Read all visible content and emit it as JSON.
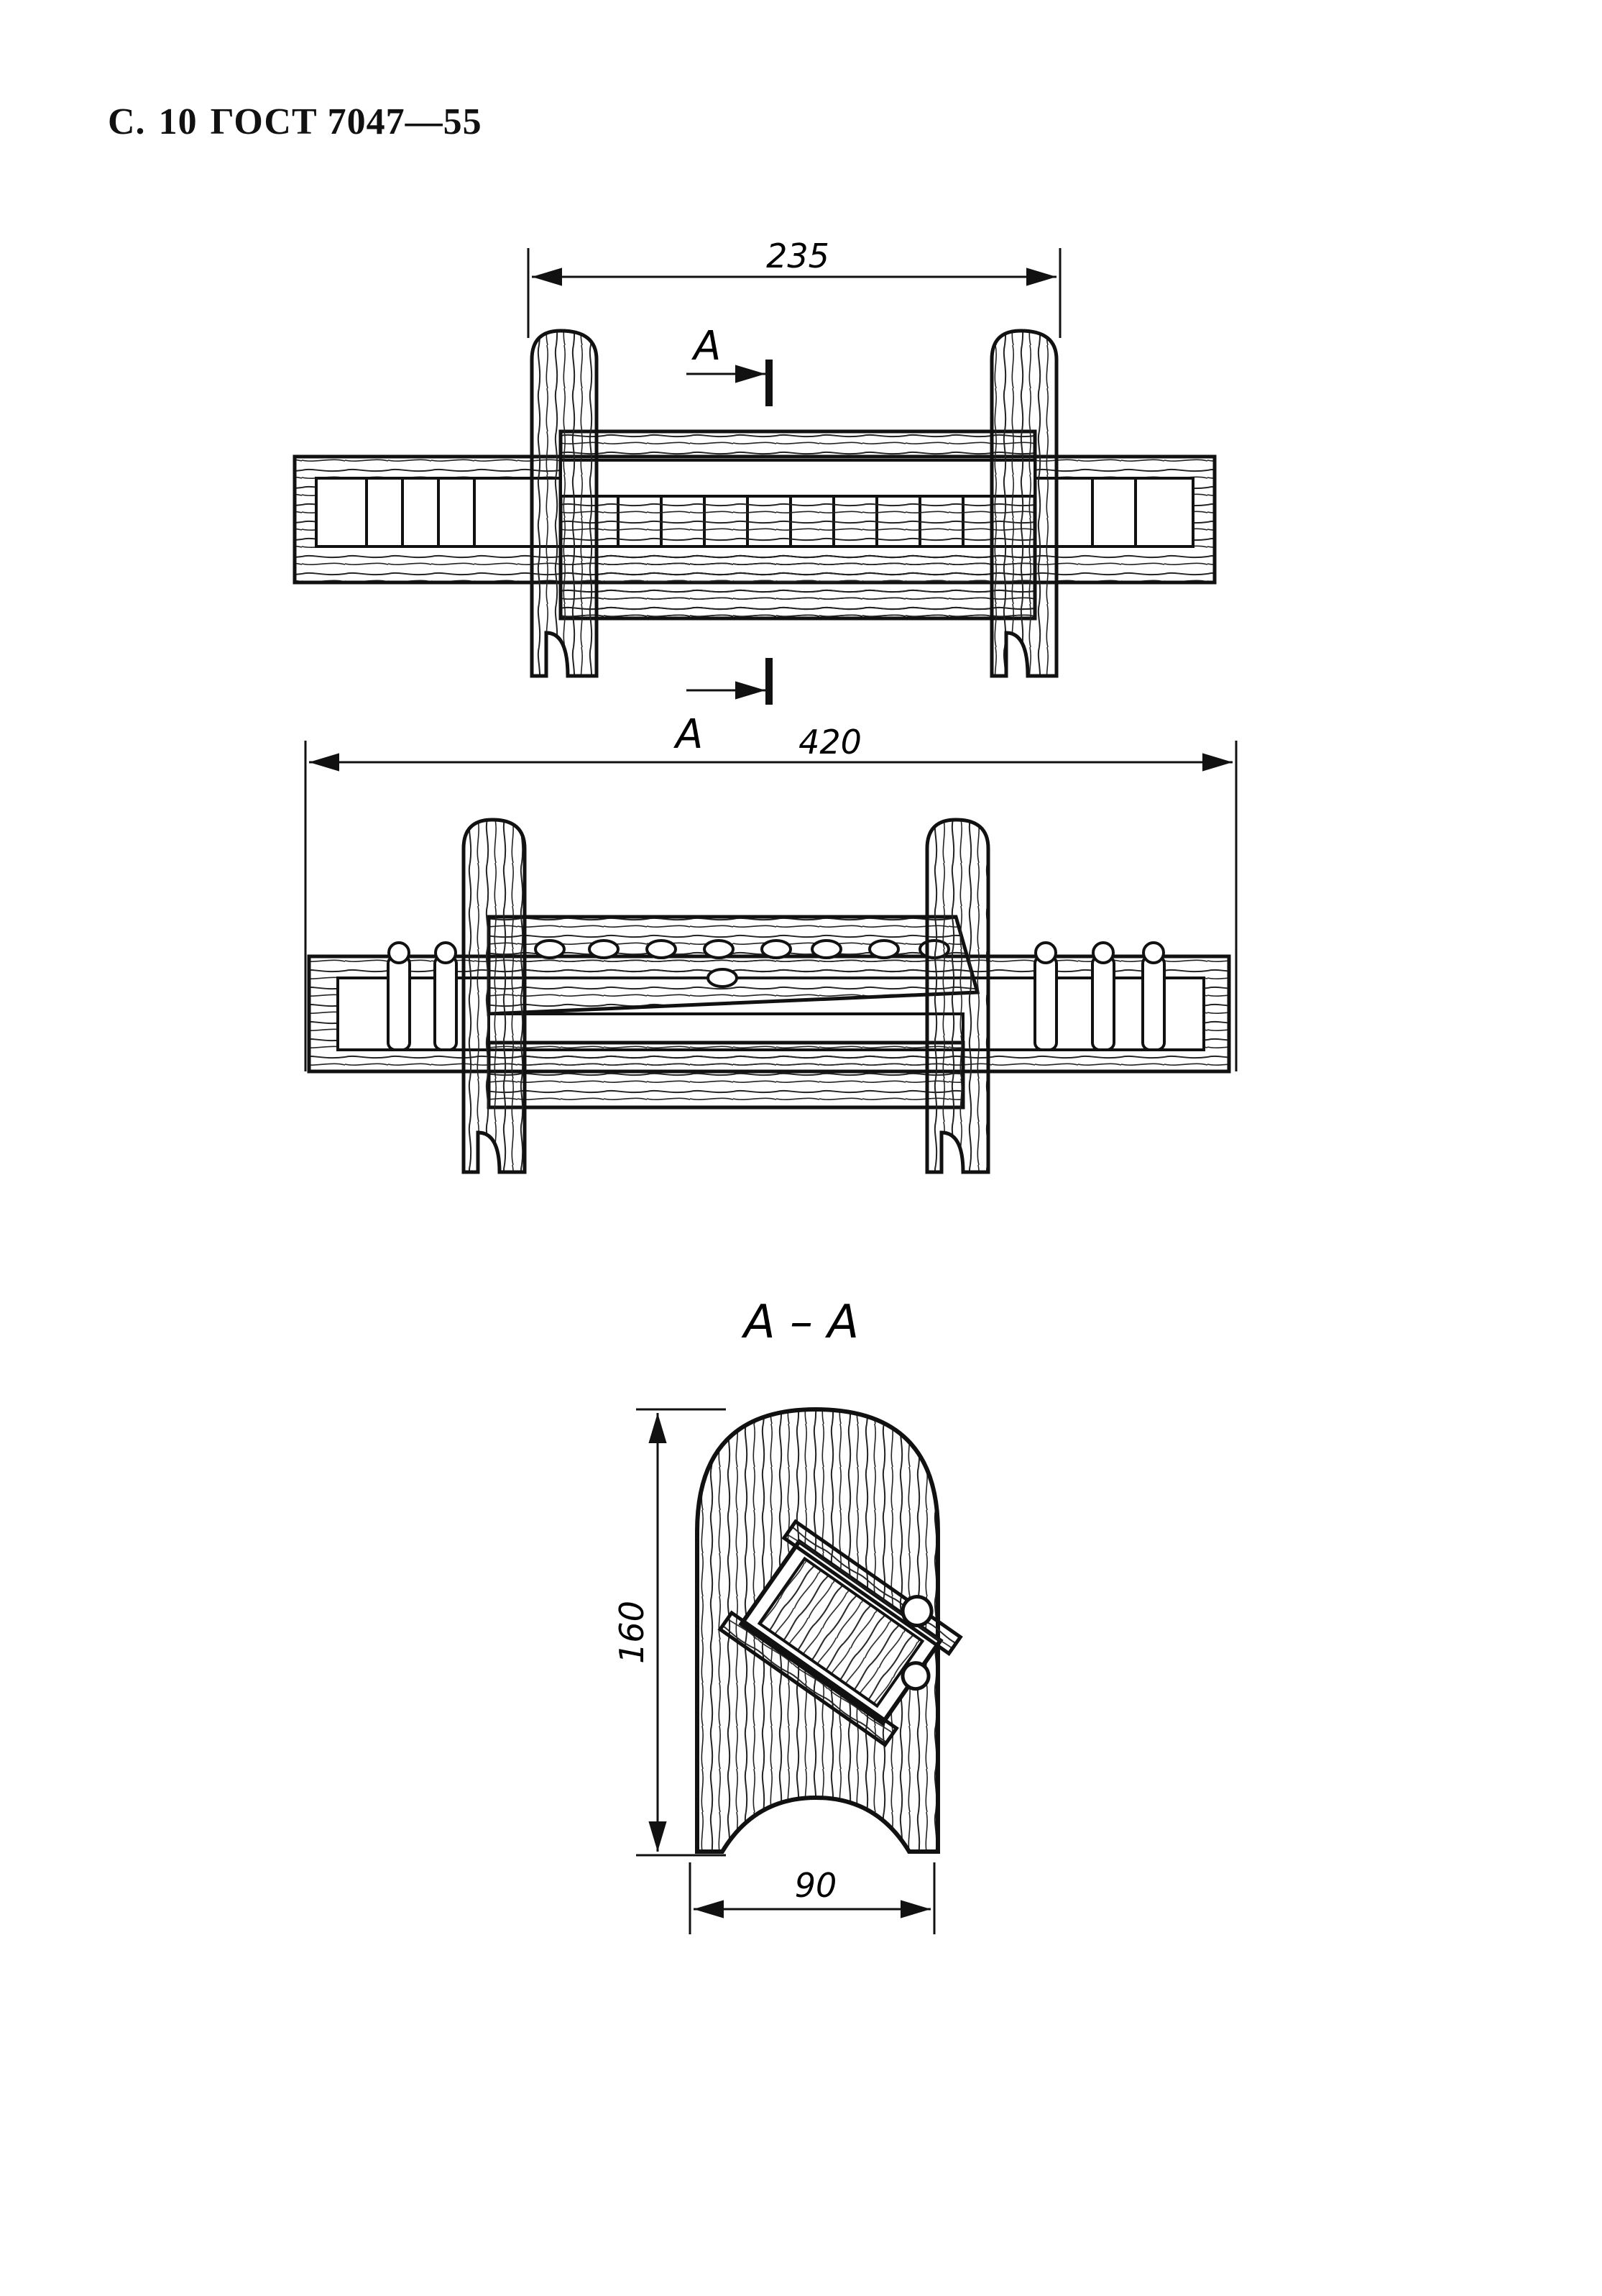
{
  "header": {
    "page_prefix": "С.",
    "page_number": "10",
    "standard": "ГОСТ 7047—55"
  },
  "view_top": {
    "dimension_width": "235",
    "section_mark_top": "А",
    "section_mark_bottom": "А"
  },
  "view_front": {
    "dimension_width": "420"
  },
  "section_view": {
    "title": "А – А",
    "dimension_height": "160",
    "dimension_width": "90"
  }
}
